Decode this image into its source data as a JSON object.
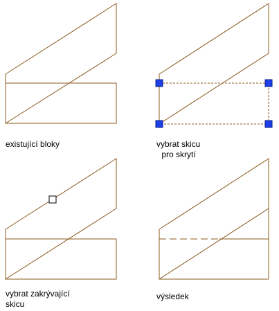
{
  "colors": {
    "line": "#8B5A1E",
    "grip": "#1E3FE6",
    "grip_border": "#0A1E8C",
    "selection_dash": "#8B5A1E",
    "hidden_dash": "#8B5A1E",
    "pickbox": "#000000"
  },
  "panels": [
    {
      "caption_lines": [
        "existující bloky"
      ],
      "state": "initial"
    },
    {
      "caption_lines": [
        "vybrat skicu",
        " pro skrytí"
      ],
      "state": "selected-hidden-sketch"
    },
    {
      "caption_lines": [
        "vybrat zakrývající",
        "skicu"
      ],
      "state": "pick-covering-sketch"
    },
    {
      "caption_lines": [
        "výsledek"
      ],
      "state": "result"
    }
  ],
  "icons": {
    "grip": "square-grip-icon",
    "pickbox": "pickbox-cursor-icon"
  }
}
